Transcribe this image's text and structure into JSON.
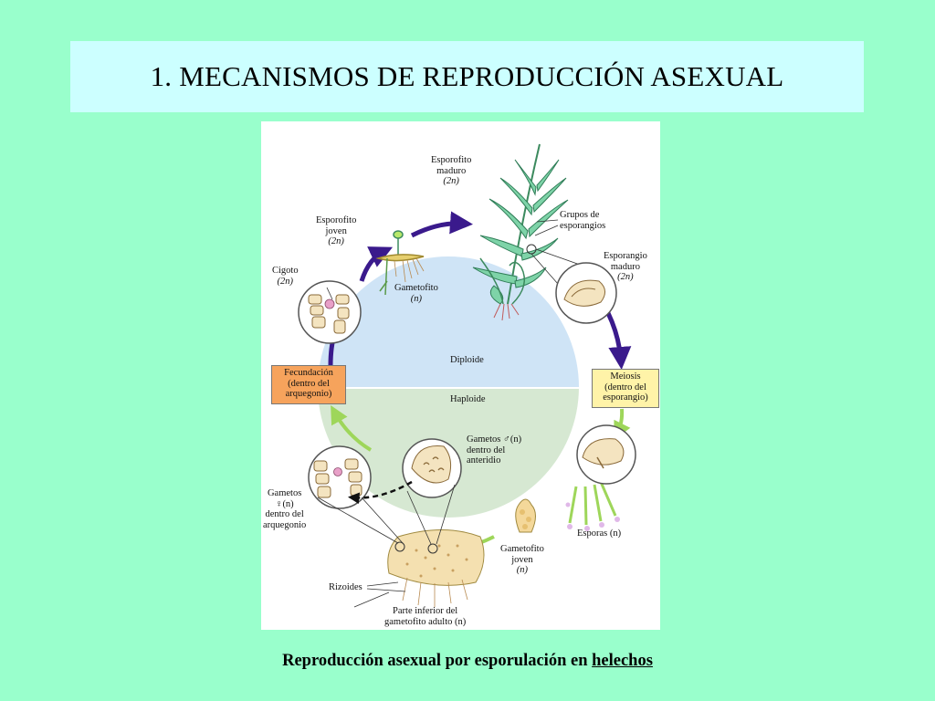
{
  "title": "1. MECANISMOS DE REPRODUCCIÓN ASEXUAL",
  "diagram": {
    "esporofito_maduro": [
      "Esporofito",
      "maduro",
      "(2n)"
    ],
    "grupos_esporangios": [
      "Grupos de",
      "esporangios"
    ],
    "esporangio_maduro": [
      "Esporangio",
      "maduro",
      "(2n)"
    ],
    "esporofito_joven": [
      "Esporofito",
      "joven",
      "(2n)"
    ],
    "cigoto": [
      "Cigoto",
      "(2n)"
    ],
    "gametofito": [
      "Gametofito",
      "(n)"
    ],
    "diploide": "Diploide",
    "haploide": "Haploide",
    "fecundacion": [
      "Fecundación",
      "(dentro del",
      "arquegonio)"
    ],
    "meiosis": [
      "Meiosis",
      "(dentro del",
      "esporangio)"
    ],
    "gametos_macho": [
      "Gametos ♂(n)",
      "dentro del",
      "anteridio"
    ],
    "gametos_hembra": [
      "Gametos",
      "♀(n)",
      "dentro del",
      "arquegonio"
    ],
    "esporas": "Esporas (n)",
    "gametofito_joven": [
      "Gametofito",
      "joven",
      "(n)"
    ],
    "rizoides": "Rizoides",
    "parte_inferior": [
      "Parte inferior del",
      "gametofito adulto (n)"
    ]
  },
  "caption": {
    "prefix": "Reproducción asexual por esporulación en ",
    "underlined": "helechos"
  },
  "colors": {
    "background": "#99ffcc",
    "title_box": "#ccffff",
    "diploid_zone": "#cfe4f6",
    "haploid_zone": "#d6e8d2",
    "diploid_arrow": "#3a1a8c",
    "haploid_arrow": "#9ed65a",
    "fecundacion_box": "#f6a35c",
    "meiosis_box": "#fff3a8"
  }
}
